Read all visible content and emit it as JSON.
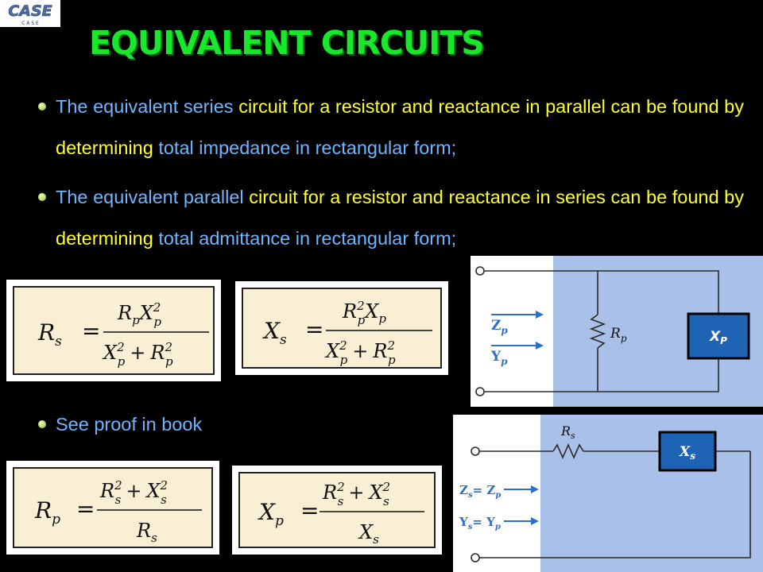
{
  "logo": {
    "text": "CASE",
    "subtext": "C A S E"
  },
  "title": "EQUIVALENT CIRCUITS",
  "bullets": [
    {
      "part1": "The equivalent series",
      "part2": "circuit for a resistor and reactance in parallel can be found by determining",
      "part3": "total impedance in rectangular form;"
    },
    {
      "part1": "The equivalent parallel",
      "part2": "circuit for a resistor and reactance in series can be found by determining",
      "part3": "total admittance in rectangular form;"
    }
  ],
  "bullet3": "See proof in book",
  "formulas": {
    "rs": {
      "lhs": "R",
      "lhs_sub": "s",
      "num_a": "R",
      "num_a_sub": "p",
      "num_b": "X",
      "num_b_sub": "p",
      "num_b_sup": "2",
      "den_a": "X",
      "den_a_sub": "p",
      "den_a_sup": "2",
      "den_b": "R",
      "den_b_sub": "p",
      "den_b_sup": "2"
    },
    "xs": {
      "lhs": "X",
      "lhs_sub": "s",
      "num_a": "R",
      "num_a_sub": "p",
      "num_a_sup": "2",
      "num_b": "X",
      "num_b_sub": "p",
      "den_a": "X",
      "den_a_sub": "p",
      "den_a_sup": "2",
      "den_b": "R",
      "den_b_sub": "p",
      "den_b_sup": "2"
    },
    "rp": {
      "lhs": "R",
      "lhs_sub": "p",
      "num_a": "R",
      "num_a_sub": "s",
      "num_a_sup": "2",
      "num_b": "X",
      "num_b_sub": "s",
      "num_b_sup": "2",
      "den": "R",
      "den_sub": "s"
    },
    "xp": {
      "lhs": "X",
      "lhs_sub": "p",
      "num_a": "R",
      "num_a_sub": "s",
      "num_a_sup": "2",
      "num_b": "X",
      "num_b_sub": "s",
      "num_b_sup": "2",
      "den": "X",
      "den_sub": "s"
    }
  },
  "circuit_parallel": {
    "resistor_label": "R",
    "resistor_sub": "p",
    "reactance_label": "X",
    "reactance_sub": "P",
    "impedance_label": "Z",
    "impedance_sub": "p",
    "admittance_label": "Y",
    "admittance_sub": "p"
  },
  "circuit_series": {
    "resistor_label": "R",
    "resistor_sub": "s",
    "reactance_label": "X",
    "reactance_sub": "s",
    "impedance_eq": "Z",
    "impedance_eq_sub": "s",
    "impedance_eq_rhs": "= Z",
    "impedance_eq_rhs_sub": "p",
    "admittance_eq": "Y",
    "admittance_eq_sub": "s",
    "admittance_eq_rhs": "= Y",
    "admittance_eq_rhs_sub": "p"
  },
  "colors": {
    "title": "#19e62c",
    "blue_text": "#6fb6ff",
    "yellow_text": "#ffff2d",
    "circuit_bg": "#a9c1e8",
    "formula_bg": "#f9efd5",
    "reactance_box": "#1f63b5"
  }
}
